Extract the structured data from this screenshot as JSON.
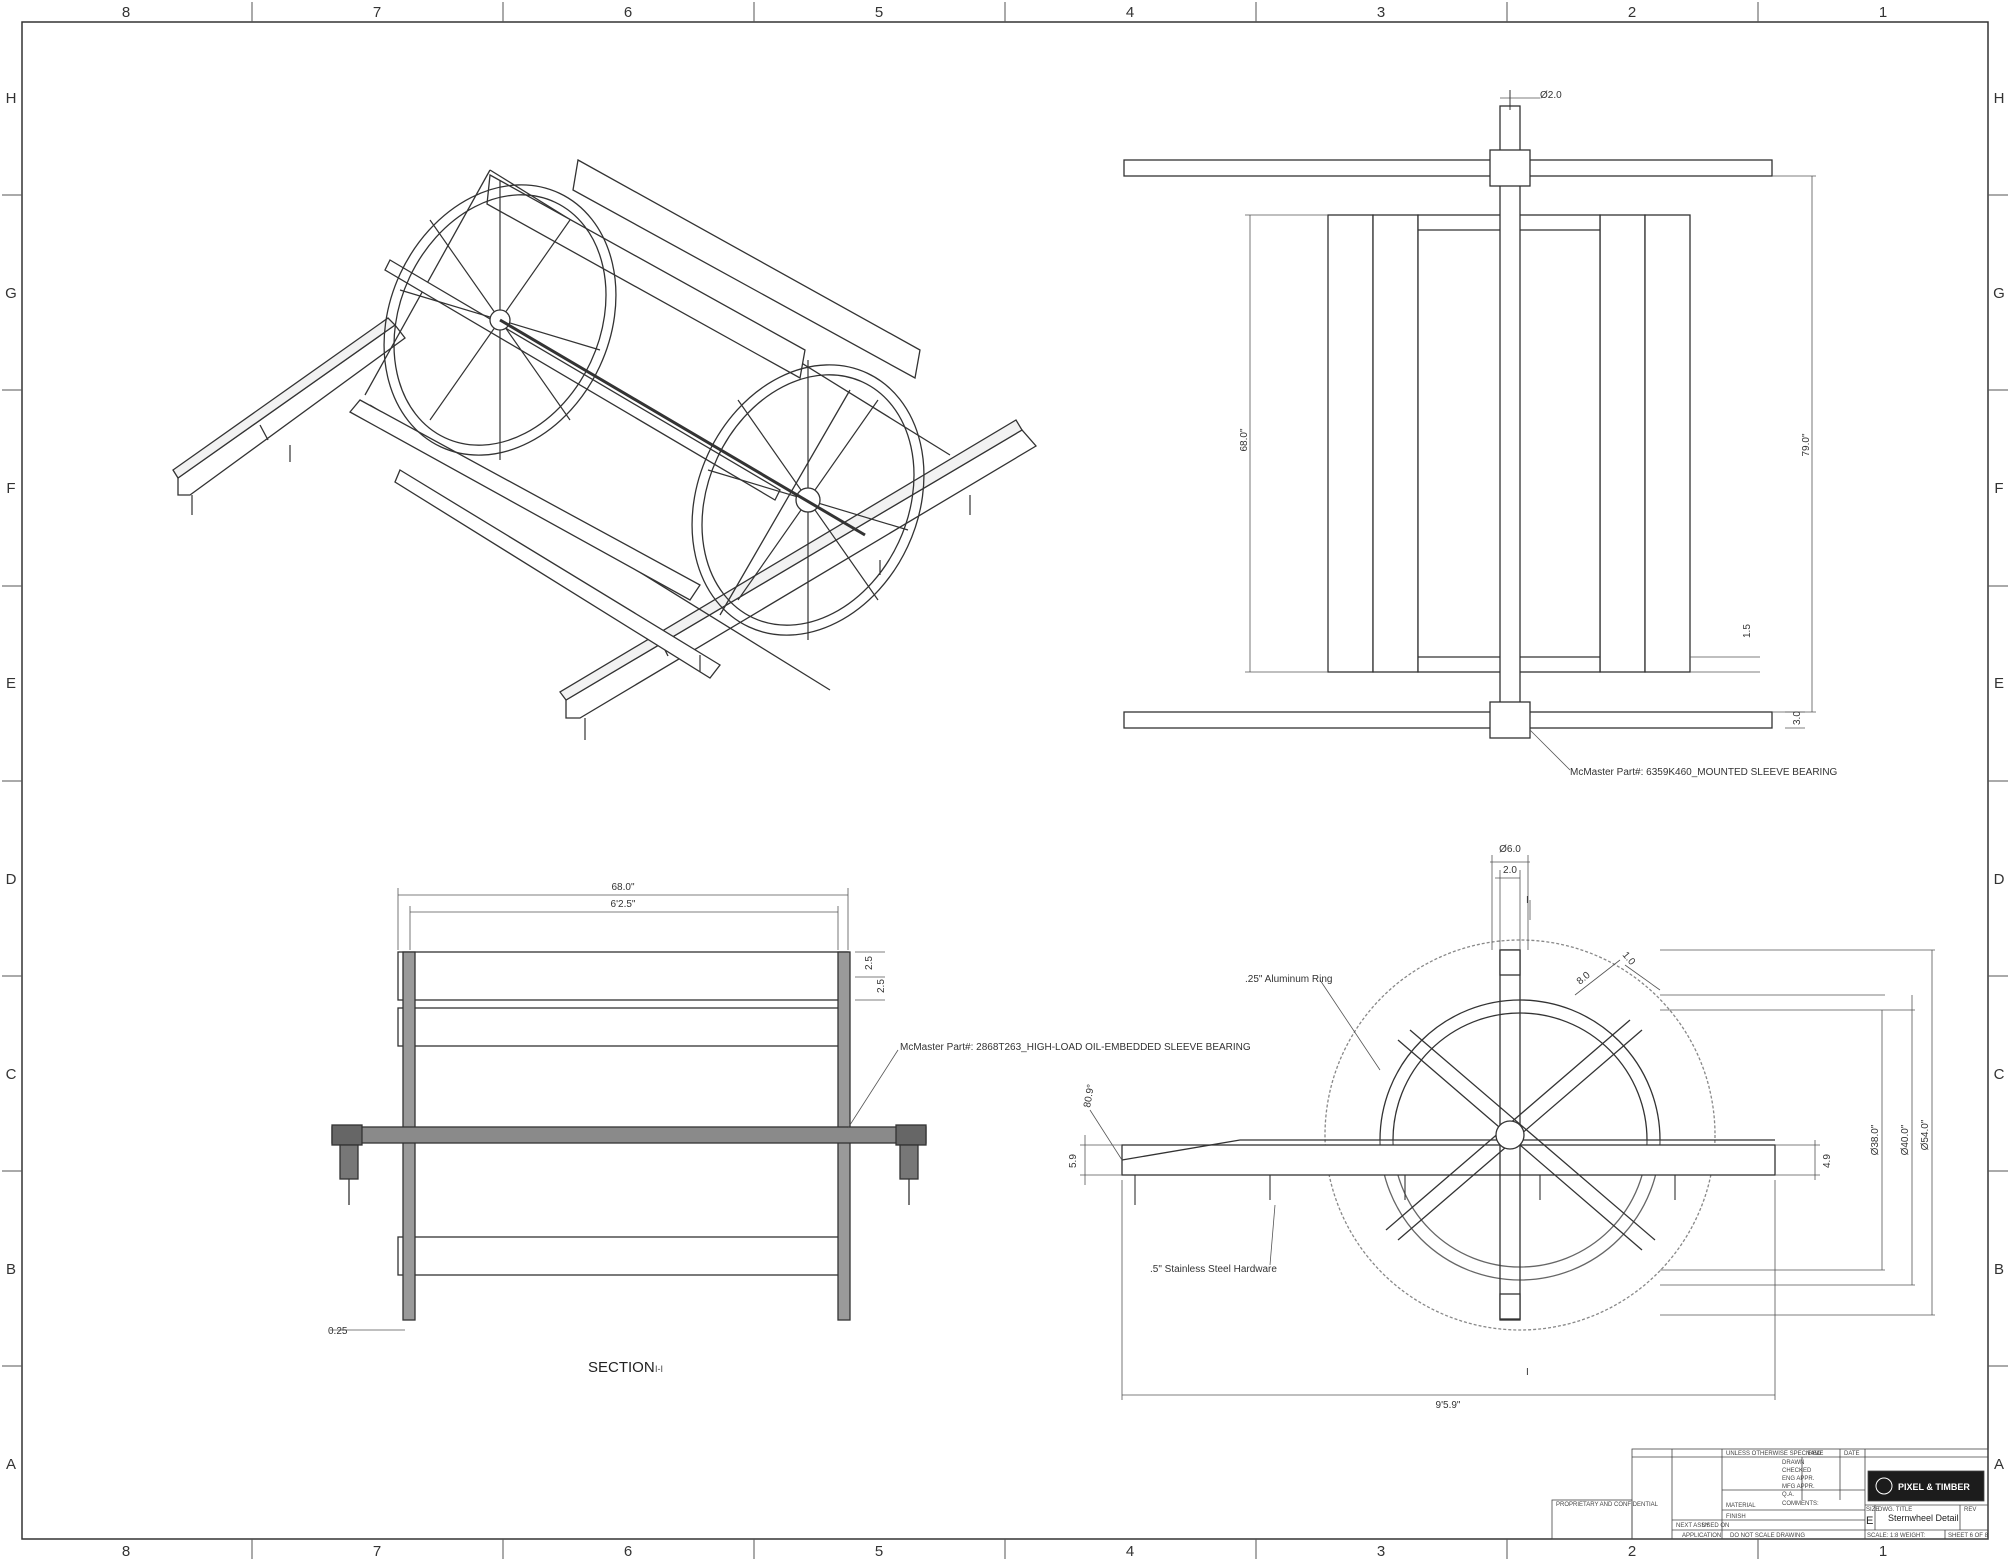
{
  "zones": {
    "columns": [
      "8",
      "7",
      "6",
      "5",
      "4",
      "3",
      "2",
      "1"
    ],
    "rows": [
      "H",
      "G",
      "F",
      "E",
      "D",
      "C",
      "B",
      "A"
    ]
  },
  "top_view": {
    "diameter_label": "Ø2.0",
    "width_label": "68.0\"",
    "length_label": "79.0\"",
    "dim_small": "1.5",
    "dim_end": "3.0",
    "callout": "McMaster Part#: 6359K460_MOUNTED SLEEVE BEARING"
  },
  "section_view": {
    "overall_label": "68.0\"",
    "inner_label": "6'2.5\"",
    "dim_a": "2.5",
    "dim_b": "2.5",
    "callout": "McMaster Part#: 2868T263_HIGH-LOAD OIL-EMBEDDED SLEEVE BEARING",
    "offset_label": "0.25",
    "title": "SECTION",
    "title_suffix": "I-I"
  },
  "side_view": {
    "dia_top": "Ø6.0",
    "dim_top": "2.0",
    "section_mark_top": "I",
    "section_mark_bottom": "I",
    "ring_label": ".25\" Aluminum Ring",
    "dim_paddle": "8.0",
    "dim_paddle_thick": "1.0",
    "angle_label": "80.9°",
    "height_left": "5.9",
    "height_right": "4.9",
    "dia_a": "Ø38.0\"",
    "dia_b": "Ø40.0\"",
    "dia_c": "Ø54.0\"",
    "hardware_label": ".5\" Stainless Steel Hardware",
    "overall_label": "9'5.9\""
  },
  "title_block": {
    "company": "PIXEL & TIMBER",
    "dwg_title_label": "DWG. TITLE",
    "dwg_title": "Sternwheel Detail",
    "size_label": "SIZE",
    "size": "E",
    "rev_label": "REV",
    "scale": "SCALE: 1:8",
    "weight": "WEIGHT:",
    "sheet": "SHEET 6 OF 8",
    "unless": "UNLESS OTHERWISE SPECIFIED:",
    "name_col": "NAME",
    "date_col": "DATE",
    "drawn": "DRAWN",
    "checked": "CHECKED",
    "eng_appr": "ENG APPR.",
    "mfg_appr": "MFG APPR.",
    "qa": "Q.A.",
    "comments": "COMMENTS:",
    "material": "MATERIAL",
    "finish": "FINISH",
    "next_assy": "NEXT ASSY",
    "used_on": "USED ON",
    "application": "APPLICATION",
    "do_not_scale": "DO NOT SCALE DRAWING",
    "proprietary": "PROPRIETARY AND CONFIDENTIAL"
  }
}
